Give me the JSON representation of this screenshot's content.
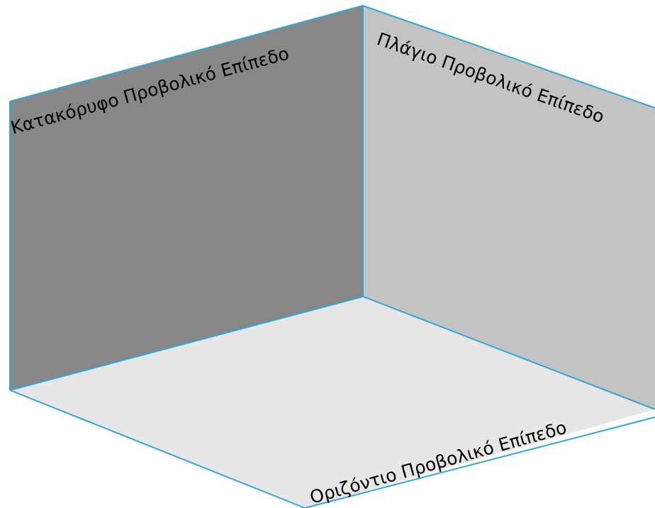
{
  "planes": {
    "vertical": {
      "label": "Κατακόρυφο Προβολικό Επίπεδο",
      "fill_color": "#878787"
    },
    "profile": {
      "label": "Πλάγιο Προβολικό Επίπεδο",
      "fill_color": "#c3c3c3"
    },
    "horizontal": {
      "label": "Οριζόντιο Προβολικό Επίπεδο",
      "fill_color": "#e6e6e6"
    }
  },
  "colors": {
    "edge": "#2ea8d6"
  }
}
